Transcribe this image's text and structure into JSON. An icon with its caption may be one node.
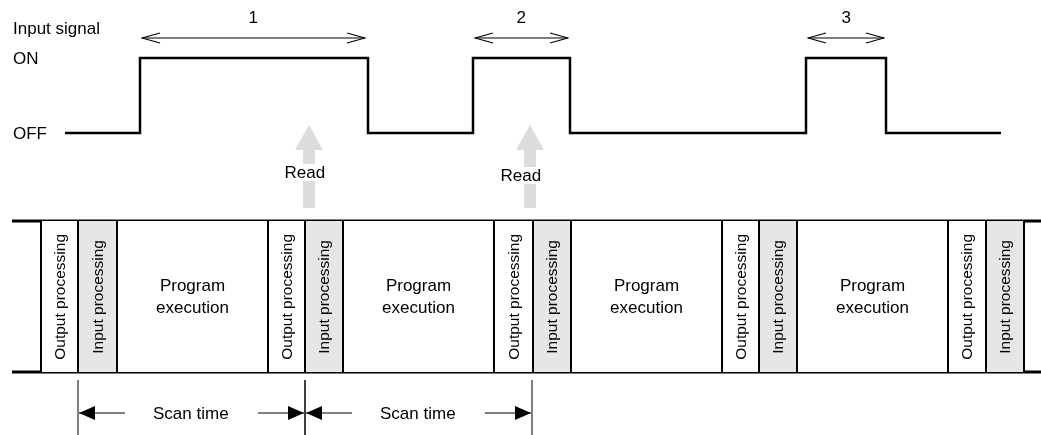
{
  "diagram": {
    "nodes": [
      {
        "text": [
          "Output processing"
        ]
      },
      {
        "text": [
          "Input processing"
        ]
      },
      {
        "text": [
          "Program execution"
        ]
      },
      {
        "text": [
          "Output processing"
        ]
      },
      {
        "text": [
          "Input processing"
        ]
      },
      {
        "text": [
          "Program execution"
        ]
      },
      {
        "text": [
          "Output processing"
        ]
      },
      {
        "text": [
          "Input processing"
        ]
      },
      {
        "text": [
          "Program execution"
        ]
      },
      {
        "text": [
          "Output processing"
        ]
      },
      {
        "text": [
          "Input processing"
        ]
      },
      {
        "text": [
          "Program execution"
        ]
      },
      {
        "text": [
          "Output processing"
        ]
      },
      {
        "text": [
          "Input processing"
        ]
      }
    ],
    "edges": [],
    "labels": [
      "Input signal",
      "1",
      "2",
      "3",
      "ON",
      "OFF",
      "Read",
      "Read",
      "Scan time",
      "Scan time"
    ]
  }
}
